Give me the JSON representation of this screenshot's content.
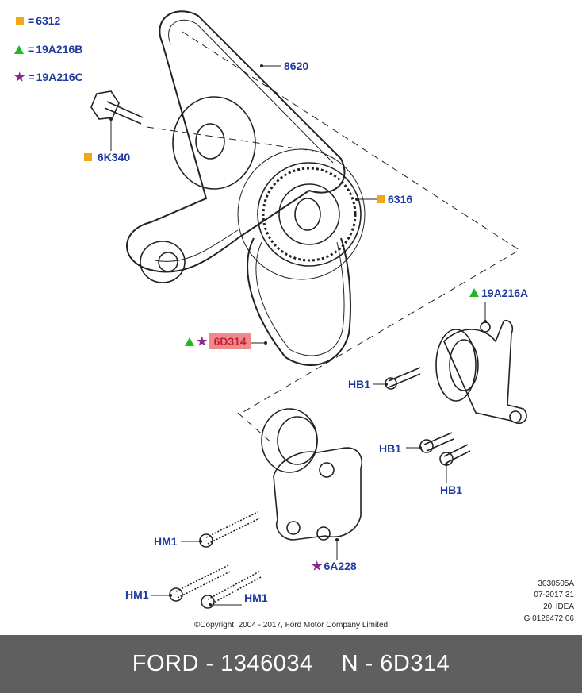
{
  "legend": [
    {
      "symbol": "square",
      "text": "6312"
    },
    {
      "symbol": "triangle",
      "text": "19A216B"
    },
    {
      "symbol": "star",
      "text": "19A216C"
    }
  ],
  "legend_separator": "=",
  "colors": {
    "square": "#f0a818",
    "triangle": "#22b822",
    "star": "#8a2890",
    "label_blue": "#1f3aa0",
    "highlight": "#f08a8a",
    "footer_bg": "#5f5f5f"
  },
  "labels": {
    "belt": "8620",
    "bolt_6k340": "6K340",
    "pulley_6316": "6316",
    "bracket_19a216a": "19A216A",
    "belt_6d314": "6D314",
    "hb1_a": "HB1",
    "hb1_b": "HB1",
    "hb1_c": "HB1",
    "hm1_a": "HM1",
    "hm1_b": "HM1",
    "hm1_c": "HM1",
    "tensioner_6a228": "6A228"
  },
  "meta": [
    "3030505A",
    "07-2017 31",
    "20HDEA",
    "G 0126472 06"
  ],
  "copyright": "©Copyright, 2004 - 2017, Ford Motor Company Limited",
  "footer": {
    "left": "FORD - 1346034",
    "right": "N - 6D314"
  }
}
